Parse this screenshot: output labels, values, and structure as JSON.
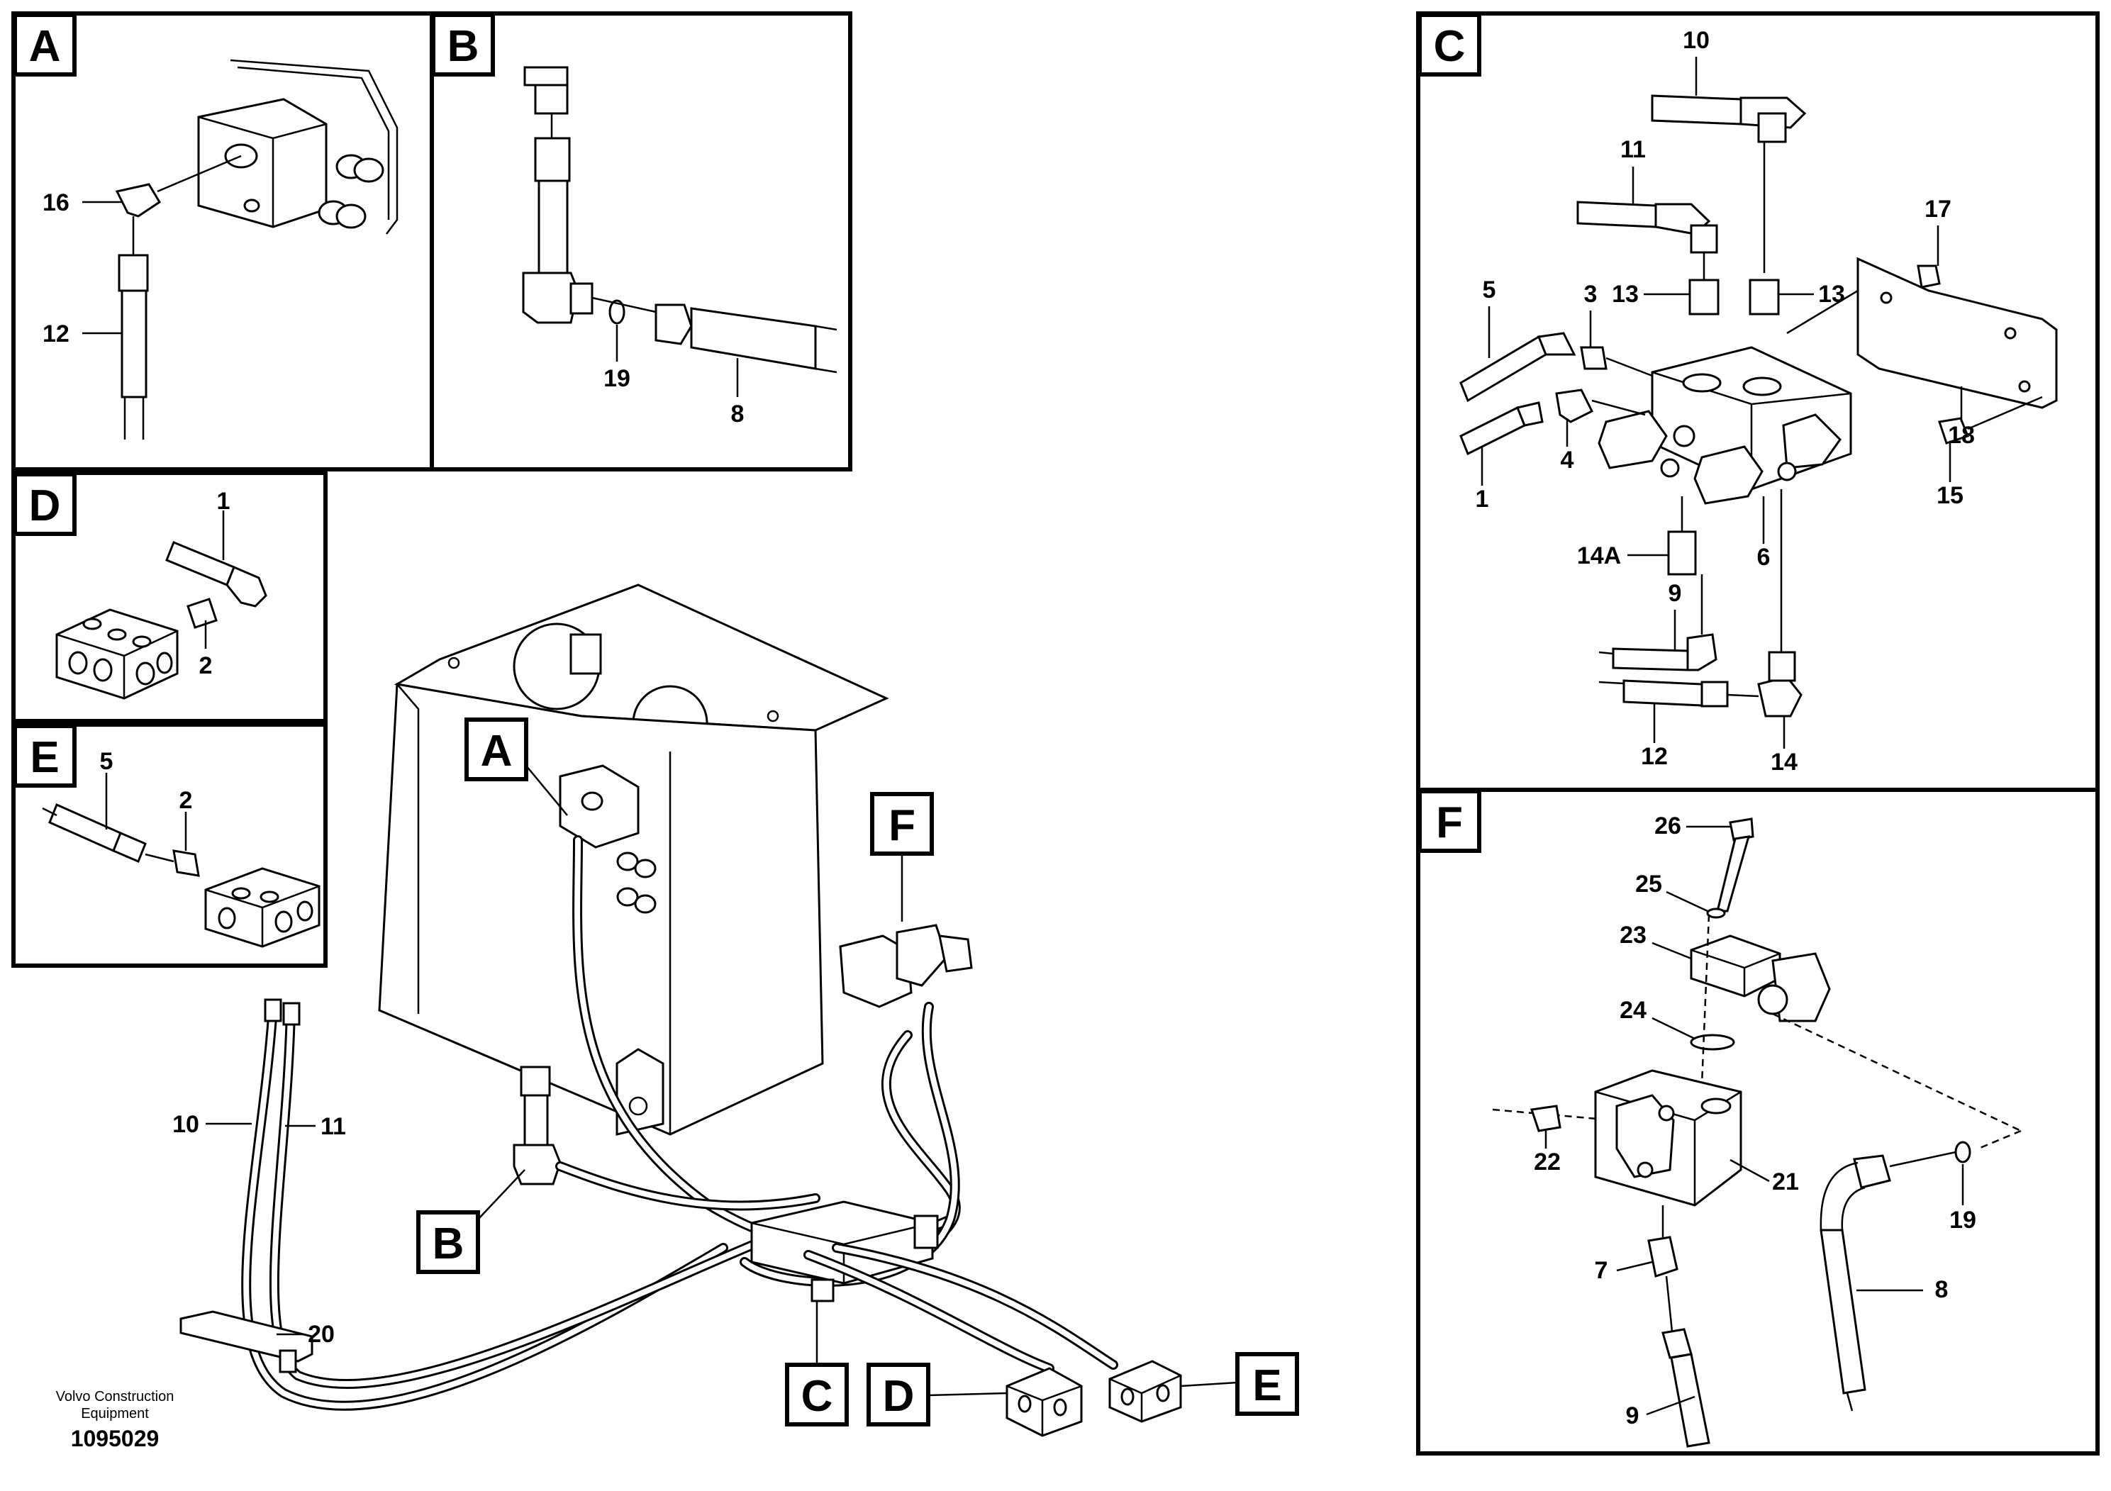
{
  "panels": {
    "A": {
      "letter": "A",
      "labels": [
        "16",
        "12"
      ]
    },
    "B": {
      "letter": "B",
      "labels": [
        "19",
        "8"
      ]
    },
    "C": {
      "letter": "C",
      "labels": [
        "10",
        "11",
        "17",
        "5",
        "3",
        "13",
        "13",
        "18",
        "4",
        "1",
        "15",
        "14A",
        "6",
        "9",
        "12",
        "14"
      ]
    },
    "D": {
      "letter": "D",
      "labels": [
        "1",
        "2"
      ]
    },
    "E": {
      "letter": "E",
      "labels": [
        "5",
        "2"
      ]
    },
    "F": {
      "letter": "F",
      "labels": [
        "26",
        "25",
        "23",
        "24",
        "22",
        "21",
        "19",
        "7",
        "8",
        "9"
      ]
    }
  },
  "main": {
    "callouts": {
      "A": "A",
      "B": "B",
      "C": "C",
      "D": "D",
      "E": "E",
      "F": "F"
    },
    "labels": {
      "l10": "10",
      "l11": "11",
      "l20": "20"
    }
  },
  "footer": {
    "company_line1": "Volvo Construction",
    "company_line2": "Equipment",
    "doc_number": "1095029"
  }
}
